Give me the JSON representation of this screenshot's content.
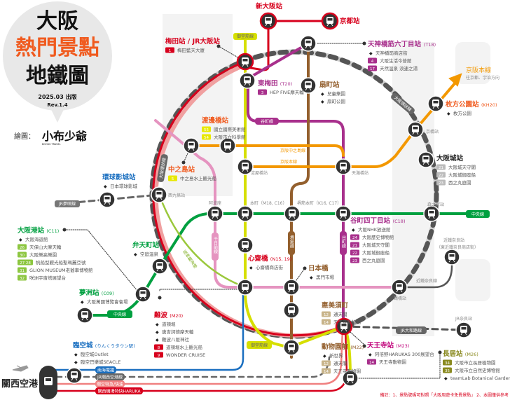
{
  "title": {
    "line1": "大阪",
    "line2": "熱門景點",
    "line3": "地鐵圖",
    "edition": "2025.03 出版",
    "rev": "Rev.1.4",
    "credit_label": "繪圖：",
    "brand": "小布少爺",
    "brand_sub": "BOOKS TRAVEL"
  },
  "colors": {
    "midosuji": "#d7001c",
    "tanimachi": "#a8308c",
    "sakaisuji": "#935f2d",
    "keihan": "#f39800",
    "chuo": "#00a040",
    "yotsubashi": "#d6df00",
    "sennichimae": "#e594c0",
    "hanshin": "#9bc83c",
    "nankai": "#1a6fc0",
    "jr_loop": "#555555",
    "kankuu": "#f08080",
    "accent_orange": "#f05a1e"
  },
  "stations": {
    "umeda": {
      "name": "梅田站 / JR大阪站",
      "code": "",
      "bullets": [],
      "spots": [
        {
          "num": "1",
          "text": "梅田藍天大廈"
        }
      ]
    },
    "shin_osaka": {
      "name": "新大阪站"
    },
    "kyoto": {
      "name": "京都站"
    },
    "tenroku": {
      "name": "天神橋筋六丁目站",
      "code": "(T18)",
      "bullets": [
        "天神橋筋商店街"
      ],
      "spots": [
        {
          "num": "4",
          "text": "大阪生活今昔館"
        },
        {
          "num": "17",
          "text": "天然溫泉 浪速之湯"
        }
      ]
    },
    "higashi_umeda": {
      "name": "東梅田",
      "code": "(T20)",
      "bullets": [],
      "spots": [
        {
          "num": "3",
          "text": "HEP FIVE摩天輪"
        }
      ]
    },
    "ogimachi": {
      "name": "扇町站",
      "code": "",
      "bullets": [
        "兒童樂園",
        "扇町公園"
      ],
      "spots": []
    },
    "hirakata": {
      "name": "枚方公園站",
      "code": "(KH20)",
      "bullets": [
        "枚方公園"
      ],
      "spots": []
    },
    "osakajo": {
      "name": "大阪城站",
      "code": "",
      "bullets": [],
      "spots": [
        {
          "num": "21",
          "text": "大阪城天守閣"
        },
        {
          "num": "22",
          "text": "大阪城御座船"
        },
        {
          "num": "23",
          "text": "西之丸庭園"
        }
      ]
    },
    "watanabebashi": {
      "name": "渡邊橋站",
      "code": "",
      "bullets": [],
      "spots": [
        {
          "num": "55",
          "text": "國立國際美術館"
        },
        {
          "num": "54",
          "text": "大阪市立科學館"
        }
      ]
    },
    "nakanoshima": {
      "name": "中之島站",
      "code": "",
      "bullets": [],
      "spots": [
        {
          "num": "5",
          "text": "中之島水上觀光船"
        }
      ]
    },
    "usj": {
      "name": "環球影城站",
      "code": "",
      "bullets": [
        "日本環球影城"
      ],
      "spots": []
    },
    "osakako": {
      "name": "大阪港站",
      "code": "(C11)",
      "bullets": [
        "大阪海遊館"
      ],
      "spots": [
        {
          "num": "26",
          "text": "天保山大摩天輪"
        },
        {
          "num": "30",
          "text": "大阪樂高樂園"
        },
        {
          "num": "27 28",
          "text": "帆船型觀光船聖瑪麗亞號"
        },
        {
          "num": "31",
          "text": "GLION MUSEUM老爺車博物館"
        },
        {
          "num": "32",
          "text": "咲洲宇宙塔展望台"
        }
      ]
    },
    "bentencho": {
      "name": "弁天町站",
      "code": "",
      "bullets": [
        "空庭溫泉"
      ],
      "spots": []
    },
    "yumeshima": {
      "name": "夢洲站",
      "code": "(C09)",
      "bullets": [
        "大阪萬國博覽會會場"
      ],
      "spots": []
    },
    "namba": {
      "name": "難波",
      "code": "(M20)",
      "bullets": [
        "道頓堀",
        "唐吉訶德摩天輪",
        "難波八阪神社"
      ],
      "spots": [
        {
          "num": "8",
          "text": "道頓堀水上觀光船"
        },
        {
          "num": "9",
          "text": "WONDER CRUISE"
        }
      ]
    },
    "rinku": {
      "name": "臨空城",
      "code": "(りんくうタウン駅)",
      "bullets": [
        "臨空城Outlet",
        "臨空巴樂城SEACLE"
      ],
      "spots": []
    },
    "kix": {
      "name": "關西空港"
    },
    "shinsaibashi": {
      "name": "心齋橋",
      "code": "(N15, 19)",
      "bullets": [
        "心齋橋商店街"
      ],
      "spots": []
    },
    "nipponbashi": {
      "name": "日本橋",
      "code": "",
      "bullets": [
        "黑門市場"
      ],
      "spots": []
    },
    "ebisucho": {
      "name": "惠美須町",
      "code": "",
      "bullets": [],
      "spots": [
        {
          "num": "12",
          "text": "通天閣"
        },
        {
          "num": "14",
          "text": "天王寺動物園"
        }
      ]
    },
    "dobutsuen": {
      "name": "動物園前",
      "code": "(M22)",
      "bullets": [
        "新世界"
      ],
      "spots": [
        {
          "num": "12",
          "text": "通天閣"
        },
        {
          "num": "14",
          "text": "天王寺動物園"
        }
      ]
    },
    "tennoji": {
      "name": "天王寺站",
      "code": "(M23)",
      "bullets": [
        "阿倍野HARUKAS 300展望台"
      ],
      "spots": [
        {
          "num": "14",
          "text": "天王寺動物園"
        }
      ]
    },
    "nagai": {
      "name": "長居站",
      "code": "(M26)",
      "bullets": [
        "teamLab Botanical Garden Osaka"
      ],
      "spots": [
        {
          "num": "34",
          "text": "大阪市立長居植物園"
        },
        {
          "num": "35",
          "text": "大阪市立自然史博物館"
        }
      ]
    },
    "tanimachi4": {
      "name": "谷町四丁目站",
      "code": "(C18)",
      "bullets": [
        "大阪NHK放送館"
      ],
      "spots": [
        {
          "num": "24",
          "text": "大阪歷史博物館"
        },
        {
          "num": "21",
          "text": "大阪城天守閣"
        },
        {
          "num": "22",
          "text": "大阪城御座船"
        },
        {
          "num": "23",
          "text": "西之丸庭園"
        }
      ]
    }
  },
  "minor_stations": {
    "nishikujo": "西九條站",
    "awaza": "阿波座",
    "honmachi": "本町（M18, C16）",
    "sakaisuji_honmachi": "堺筋本町（K16, C17）",
    "yodoyabashi": "淀屋橋站",
    "temmabashi": "天滿橋站",
    "kyobashi": "京橋站",
    "morinomiya": "森之宮站",
    "tsuruhashi": "鶴橋站",
    "kintetsu_nara": "近鐵奈良站",
    "kintetsu_nara_sub": "（東近鐵奈良商店街）",
    "jr_nara": "JR奈良站"
  },
  "lines": {
    "midosuji_top": "御堂筋線",
    "midosuji_bottom": "御堂筋線",
    "tanimachi_h": "谷町線",
    "tanimachi_v": "谷町線",
    "keihan_nakanoshima": "京阪中之島線",
    "keihan_main_small": "京阪本線",
    "sakaisuji": "堺筋線",
    "sennichimae": "千日前線",
    "hanshin": "阪神難波線",
    "chuo_left": "中央線",
    "chuo_right": "中央線",
    "loop_left": "大阪環狀線",
    "loop_right": "大阪環狀線",
    "kintetsu": "近鐵奈良線",
    "yamatoji": "JR大和路線",
    "yumesaki": "JR夢咲線",
    "keihan_main": "京阪本線",
    "keihan_main_sub": "往京都、宇治方向",
    "nankai": "南海電鐵",
    "jr_kansai": "JR關西空港線",
    "kankuu_rapid": "關空特急/快速",
    "haruka": "關西機場特快HARUKA"
  },
  "footnote": "備註：1、景點號碼可對照「大阪周遊卡免費景點」 2、本圖僅供參考"
}
